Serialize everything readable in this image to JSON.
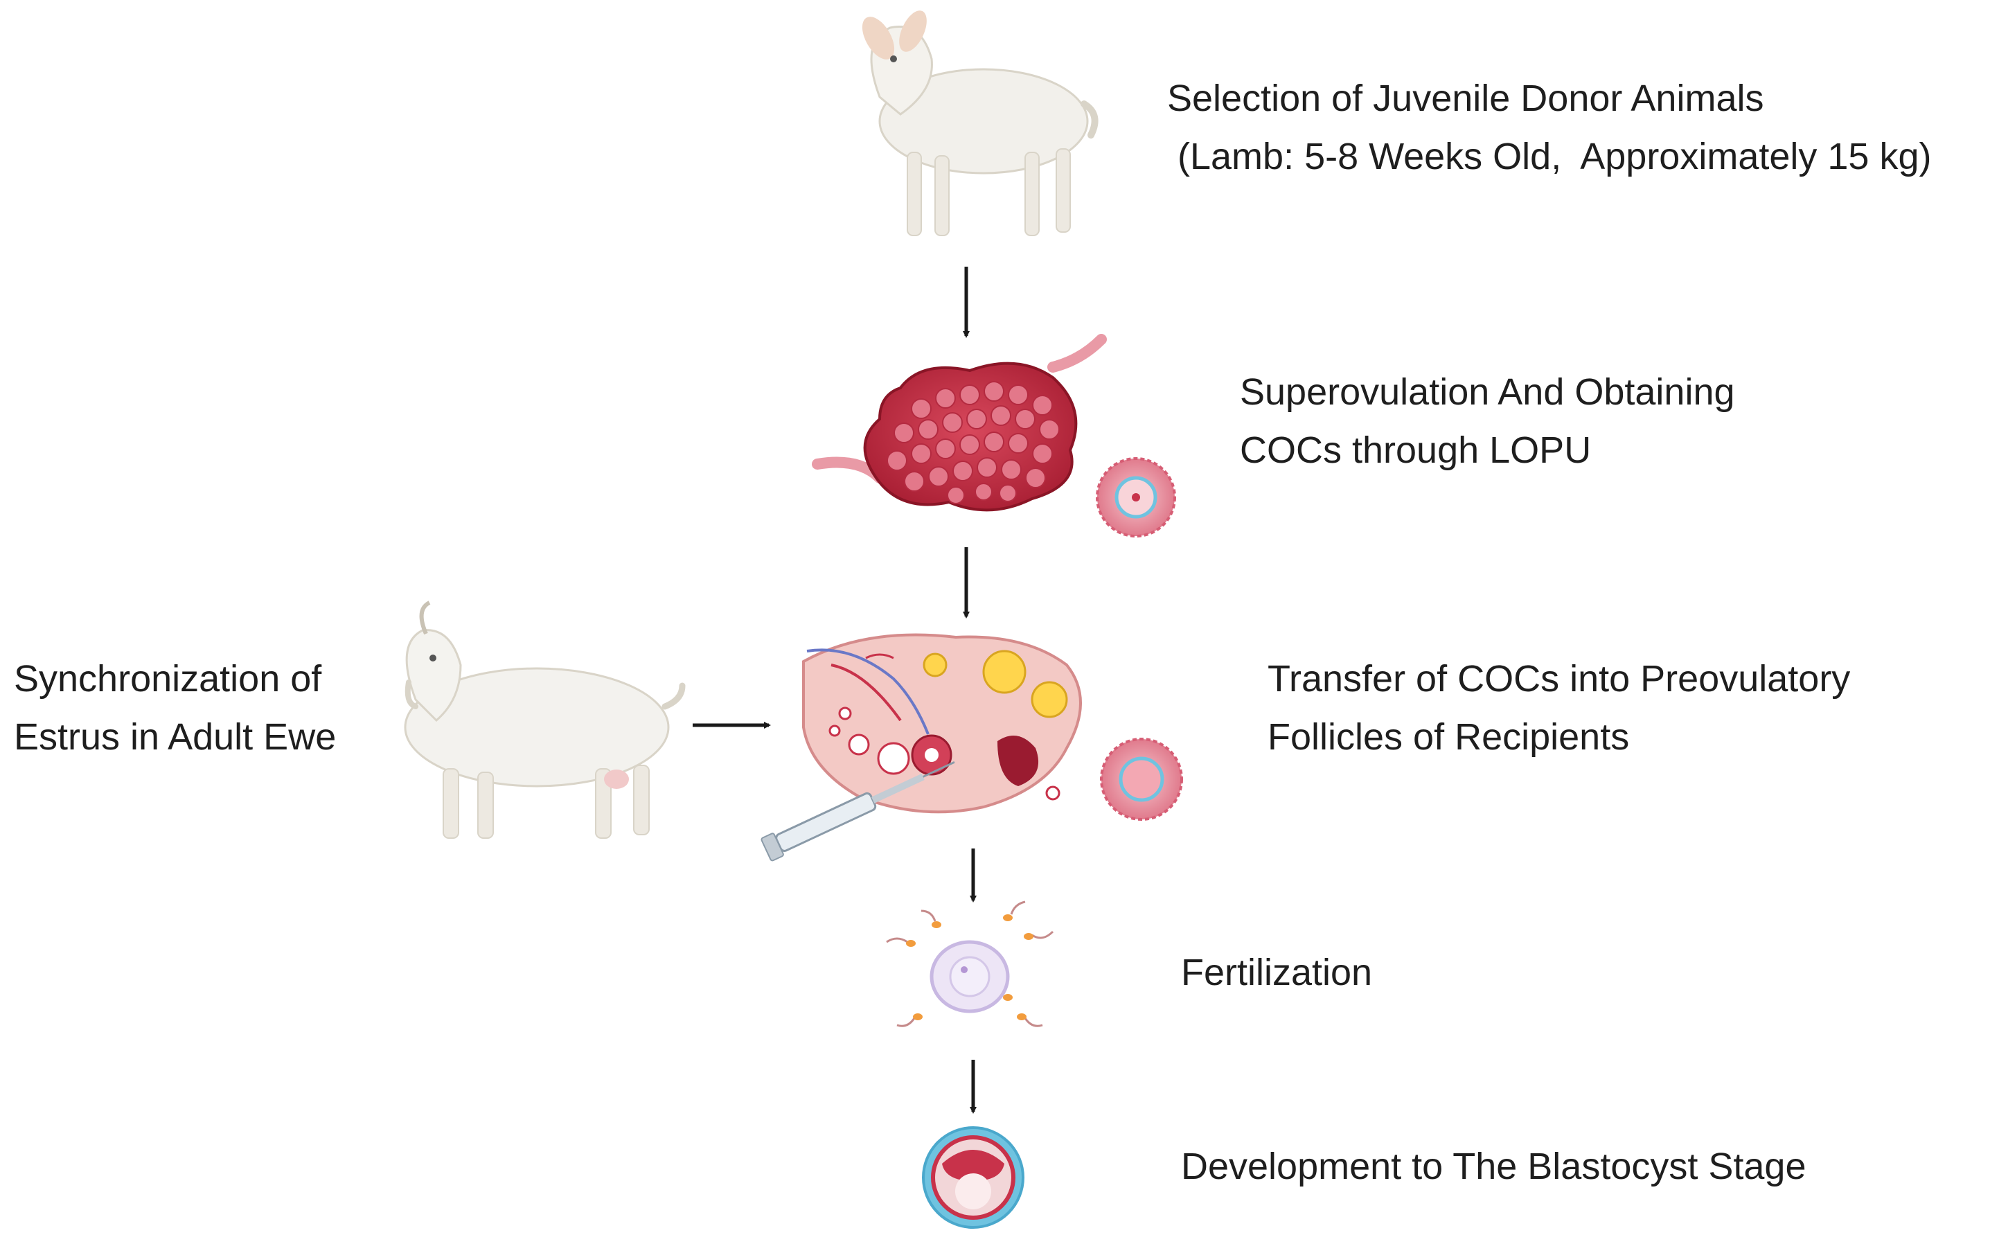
{
  "steps": {
    "selection": {
      "line1": "Selection of Juvenile Donor Animals",
      "line2": " (Lamb: 5-8 Weeks Old,  Approximately 15 kg)"
    },
    "superovulation": {
      "line1": "Superovulation And Obtaining",
      "line2": "COCs through LOPU"
    },
    "synchronization": {
      "line1": "Synchronization of",
      "line2": "Estrus in Adult Ewe"
    },
    "transfer": {
      "line1": "Transfer of COCs into Preovulatory",
      "line2": "Follicles of Recipients"
    },
    "fertilization": {
      "line1": "Fertilization"
    },
    "development": {
      "line1": "Development to The Blastocyst Stage"
    }
  },
  "icons": {
    "donor": "lamb-icon",
    "ovary": "superovulated-ovary-icon",
    "coc": "coc-cell-icon",
    "recipient": "goat-icon",
    "reproductive": "ovary-injection-icon",
    "fertilization": "fertilization-icon",
    "blastocyst": "blastocyst-icon"
  },
  "colors": {
    "ovary": "#c8324a",
    "follicle": "#e68a9a",
    "zona": "#6fc3e0",
    "arrow": "#1a1a1a"
  }
}
